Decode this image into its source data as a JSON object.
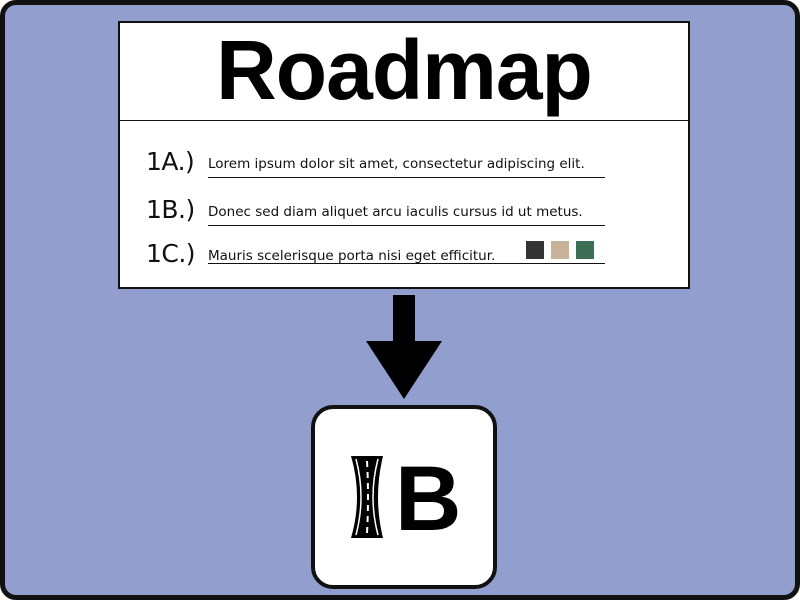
{
  "card": {
    "title": "Roadmap",
    "items": [
      {
        "number": "1A.)",
        "text": "Lorem ipsum dolor sit amet, consectetur adipiscing elit."
      },
      {
        "number": "1B.)",
        "text": "Donec sed diam aliquet arcu iaculis cursus id ut metus."
      },
      {
        "number": "1C.)",
        "text": "Mauris scelerisque porta nisi eget efficitur."
      }
    ],
    "swatches": [
      "#333333",
      "#c8b39a",
      "#3d6f54"
    ]
  },
  "logo": {
    "letter": "B",
    "icon": "road-icon"
  },
  "colors": {
    "background": "#929ece",
    "border": "#111111",
    "card": "#ffffff"
  }
}
